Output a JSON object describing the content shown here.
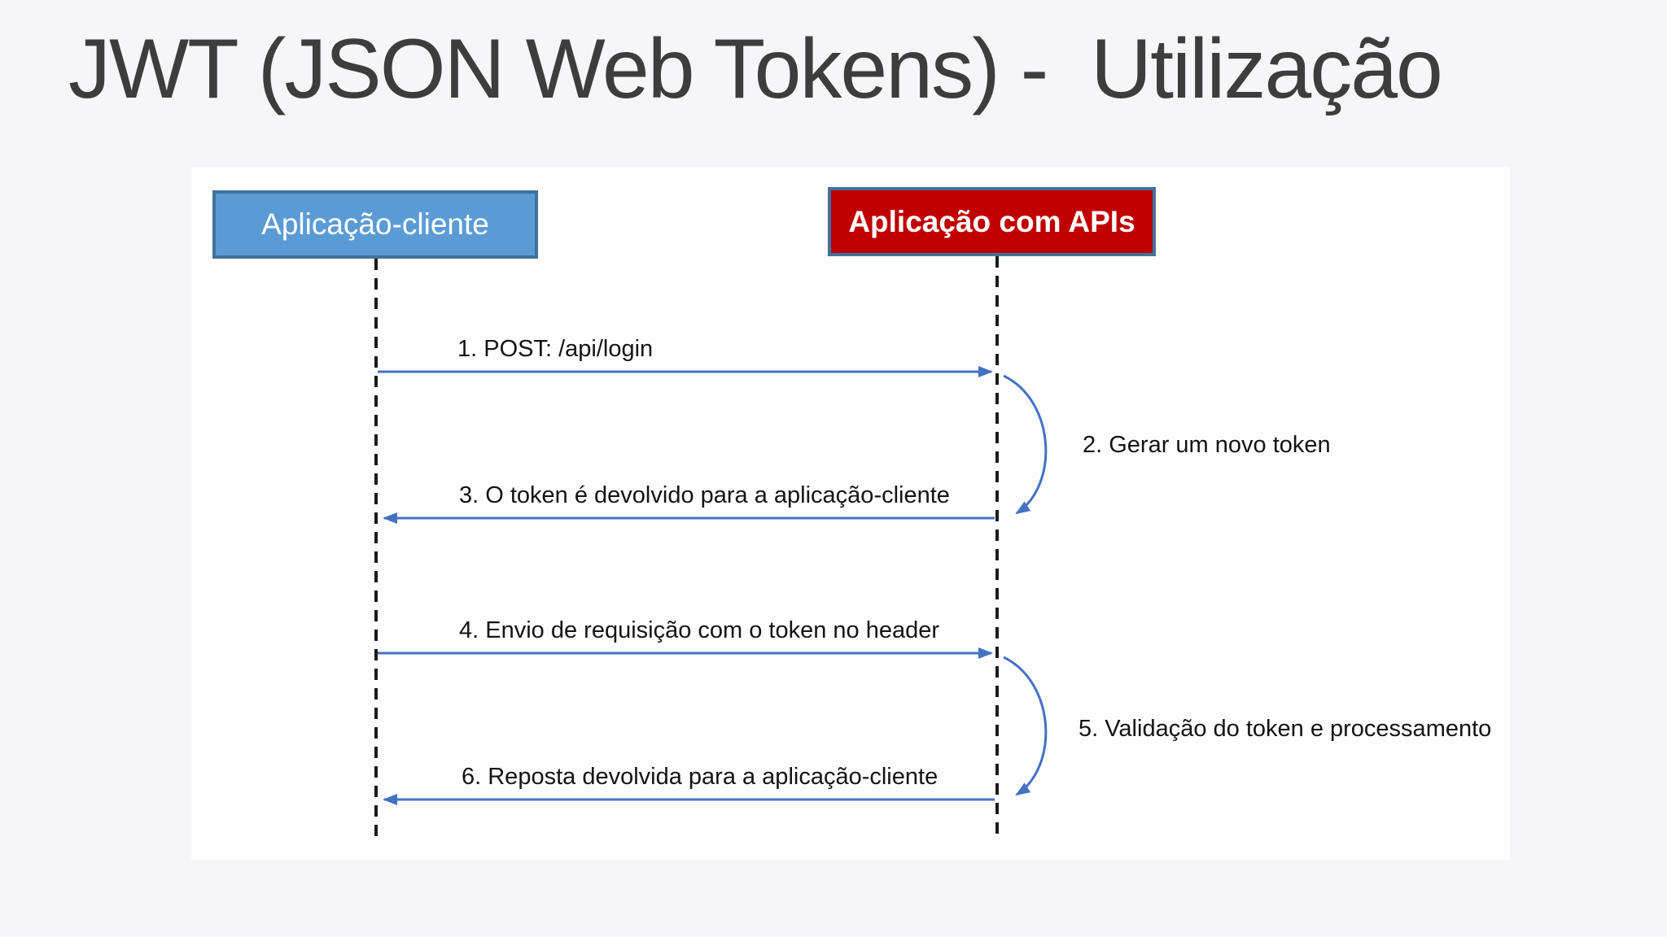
{
  "slide": {
    "title": "JWT (JSON Web Tokens) -  Utilização"
  },
  "diagram": {
    "actors": [
      {
        "id": "client",
        "label": "Aplicação-cliente",
        "fill": "#5B9BD5",
        "border": "#41719C",
        "text_color": "#ffffff"
      },
      {
        "id": "api",
        "label": "Aplicação com APIs",
        "fill": "#C00000",
        "border": "#41719C",
        "text_color": "#ffffff"
      }
    ],
    "messages": [
      {
        "n": 1,
        "label": "1. POST: /api/login",
        "from": "client",
        "to": "api",
        "kind": "arrow-right"
      },
      {
        "n": 2,
        "label": "2. Gerar um novo token",
        "actor": "api",
        "kind": "self-loop"
      },
      {
        "n": 3,
        "label": "3. O token é devolvido para a aplicação-cliente",
        "from": "api",
        "to": "client",
        "kind": "arrow-left"
      },
      {
        "n": 4,
        "label": "4. Envio de requisição com o token no header",
        "from": "client",
        "to": "api",
        "kind": "arrow-right"
      },
      {
        "n": 5,
        "label": "5. Validação do token e processamento",
        "actor": "api",
        "kind": "self-loop"
      },
      {
        "n": 6,
        "label": "6. Reposta devolvida para a aplicação-cliente",
        "from": "api",
        "to": "client",
        "kind": "arrow-left"
      }
    ],
    "colors": {
      "arrow": "#4472C4",
      "lifeline": "#1b1b1b",
      "label_text": "#141414",
      "slide_background": "#f6f5f7",
      "canvas_background": "#fdfdfe",
      "title_text": "#3d3d3d"
    }
  }
}
